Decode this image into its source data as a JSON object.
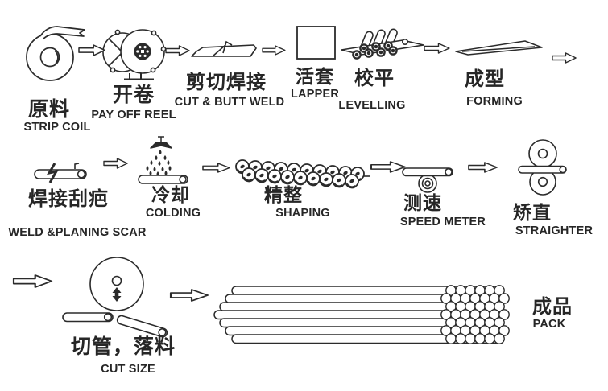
{
  "figure": {
    "type": "manufacturing-process-flow",
    "subject": "steel tube production line",
    "background_color": "#ffffff",
    "ink_color": "#2b2b2b"
  },
  "steps": [
    {
      "id": "strip-coil",
      "zh": "原料",
      "en": "STRIP COIL",
      "icon": "coil-icon"
    },
    {
      "id": "pay-off-reel",
      "zh": "开卷",
      "en": "PAY OFF REEL",
      "icon": "pay-off-reel-icon"
    },
    {
      "id": "cut-butt-weld",
      "zh": "剪切焊接",
      "en": "CUT & BUTT WELD",
      "icon": "cut-weld-plate-icon"
    },
    {
      "id": "lapper",
      "zh": "活套",
      "en": "LAPPER",
      "icon": "lapper-box-icon"
    },
    {
      "id": "levelling",
      "zh": "校平",
      "en": "LEVELLING",
      "icon": "levelling-rollers-icon"
    },
    {
      "id": "forming",
      "zh": "成型",
      "en": "FORMING",
      "icon": "forming-blade-icon"
    },
    {
      "id": "weld-planing-scar",
      "zh": "焊接刮疤",
      "en": "WELD &PLANING SCAR",
      "icon": "welded-tube-icon"
    },
    {
      "id": "colding",
      "zh": "冷却",
      "en": "COLDING",
      "icon": "cooling-shower-icon"
    },
    {
      "id": "shaping",
      "zh": "精整",
      "en": "SHAPING",
      "icon": "shaping-roller-chain-icon"
    },
    {
      "id": "speed-meter",
      "zh": "测速",
      "en": "SPEED METER",
      "icon": "speed-wheel-icon"
    },
    {
      "id": "straighter",
      "zh": "矫直",
      "en": "STRAIGHTER",
      "icon": "straightening-rolls-icon"
    },
    {
      "id": "cut-size",
      "zh": "切管，落料",
      "en": "CUT SIZE",
      "icon": "cut-off-saw-icon"
    },
    {
      "id": "pack",
      "zh": "成品",
      "en": "PACK",
      "icon": "tube-bundle-icon"
    }
  ],
  "arrows": {
    "count": 11,
    "icon": "flow-arrow-icon",
    "direction": "right"
  }
}
